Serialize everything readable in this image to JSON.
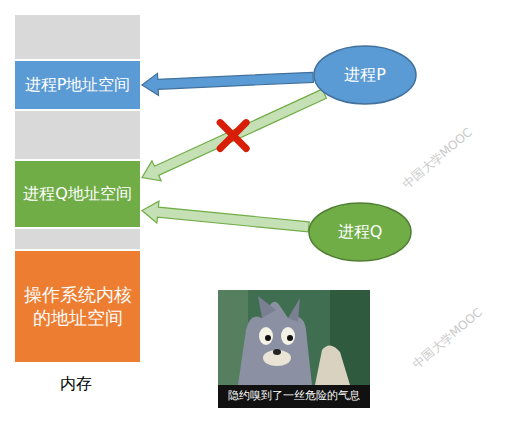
{
  "diagram": {
    "nodes": [
      {
        "text": [
          "进程P地址空间"
        ]
      },
      {
        "text": [
          "进程P"
        ]
      },
      {
        "text": [
          "进程Q地址空间"
        ]
      },
      {
        "text": [
          "进程Q"
        ]
      },
      {
        "text": [
          "操作系统内核的地址空间"
        ]
      }
    ],
    "edges": [
      {
        "from": 1,
        "to": 0,
        "arrow": "to"
      },
      {
        "from": 1,
        "to": 2,
        "arrow": "to"
      },
      {
        "from": 3,
        "to": 2,
        "arrow": "to"
      }
    ],
    "labels": [
      "内存",
      "隐约嗅到了一丝危险的气息",
      "中国大学MOOC",
      "中国大学MOOC"
    ]
  }
}
